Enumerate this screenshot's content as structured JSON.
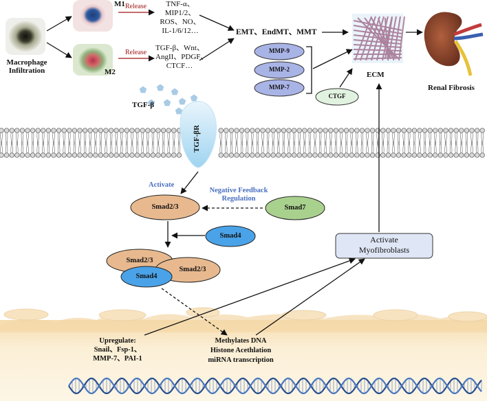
{
  "macrophage": {
    "label_line1": "Macrophage",
    "label_line2": "Infiltration"
  },
  "m1": {
    "label": "M1",
    "release": "Release",
    "cytokines": [
      "TNF-α、",
      "MIP1/2、",
      "ROS、NO、",
      "IL-1/6/12…"
    ]
  },
  "m2": {
    "label": "M2",
    "release": "Release",
    "cytokines": [
      "TGF-β、Wnt、",
      "AngII、PDGF、",
      "CTCF…"
    ]
  },
  "transition": "EMT、EndMT、MMT",
  "mmps": [
    "MMP-9",
    "MMP-2",
    "MMP-7"
  ],
  "ctgf": "CTGF",
  "ecm": "ECM",
  "renal": "Renal Fibrosis",
  "tgfb": "TGF-β",
  "receptor": "TGF-βR",
  "activate": "Activate",
  "negative_feedback": {
    "line1": "Negative Feedback",
    "line2": "Regulation"
  },
  "smad7": "Smad7",
  "smad23": "Smad2/3",
  "smad4": "Smad4",
  "complex": {
    "a": "Smad2/3",
    "b": "Smad2/3",
    "c": "Smad4"
  },
  "myofibroblasts": {
    "line1": "Activate",
    "line2": "Myofibroblasts"
  },
  "upregulate": {
    "title": "Upregulate:",
    "line1": "Snail、Fsp-1、",
    "line2": "MMP-7、PAI-1"
  },
  "epigenetic": [
    "Methylates DNA",
    "Histone Acethlation",
    "miRNA transcription"
  ],
  "colors": {
    "smad23": "#e8b98f",
    "smad4": "#4aa3e8",
    "smad7": "#a9d18e",
    "mmp": "#a9b4e6",
    "ctgf": "#e2f2e0",
    "myo": "#dfe6f6",
    "cell": "#fbeed2"
  }
}
